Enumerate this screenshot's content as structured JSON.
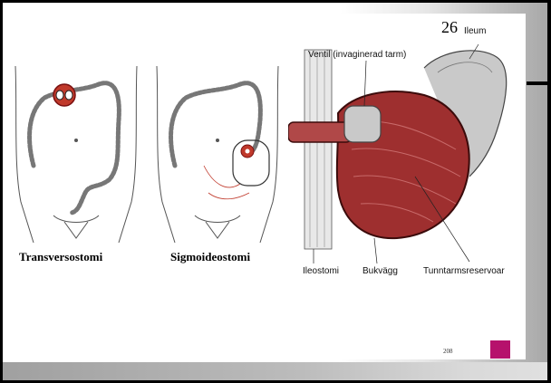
{
  "slide": {
    "number": "26",
    "page_number": "208",
    "accent_color": "#b6126c"
  },
  "figures": {
    "left_caption": "Transversostomi",
    "middle_caption": "Sigmoideostomi"
  },
  "diagram_labels": {
    "ileum": "Ileum",
    "valve": "Ventil (invaginerad tarm)",
    "ileostomi": "Ileostomi",
    "bukvagg": "Bukvägg",
    "reservoar": "Tunntarmsreservoar"
  }
}
